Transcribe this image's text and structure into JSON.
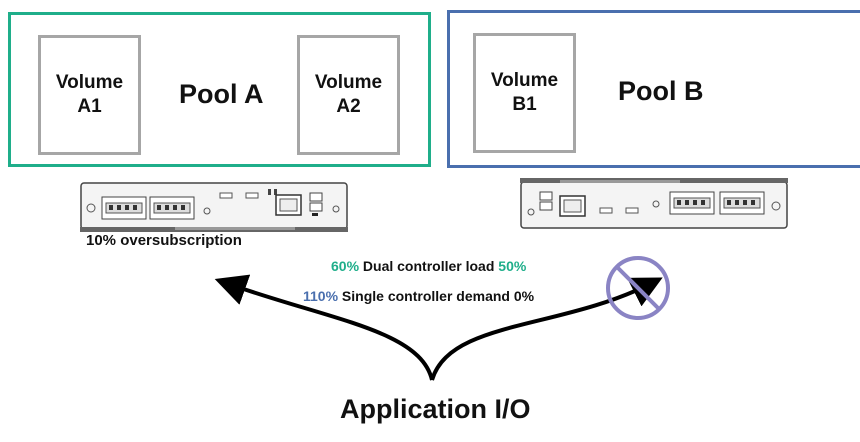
{
  "pools": {
    "a": {
      "title": "Pool A",
      "color": "#1fae8a",
      "volumes": [
        "Volume\nA1",
        "Volume\nA2"
      ]
    },
    "b": {
      "title": "Pool B",
      "color": "#4a6fae",
      "volumes": [
        "Volume\nB1"
      ]
    }
  },
  "controller_a_note": "10% oversubscription",
  "load": {
    "dual": {
      "left_value": "60%",
      "label": " Dual controller load ",
      "right_value": "50%"
    },
    "single": {
      "left_value": "110%",
      "label": " Single controller demand 0%"
    }
  },
  "source_label": "Application I/O",
  "icons": {
    "controller": "storage-controller-icon",
    "blocked": "prohibited-icon"
  },
  "colors": {
    "teal": "#1fae8a",
    "blue": "#4a6fae",
    "volume_border": "#a6a6a6",
    "prohibited": "#8a84c4"
  }
}
